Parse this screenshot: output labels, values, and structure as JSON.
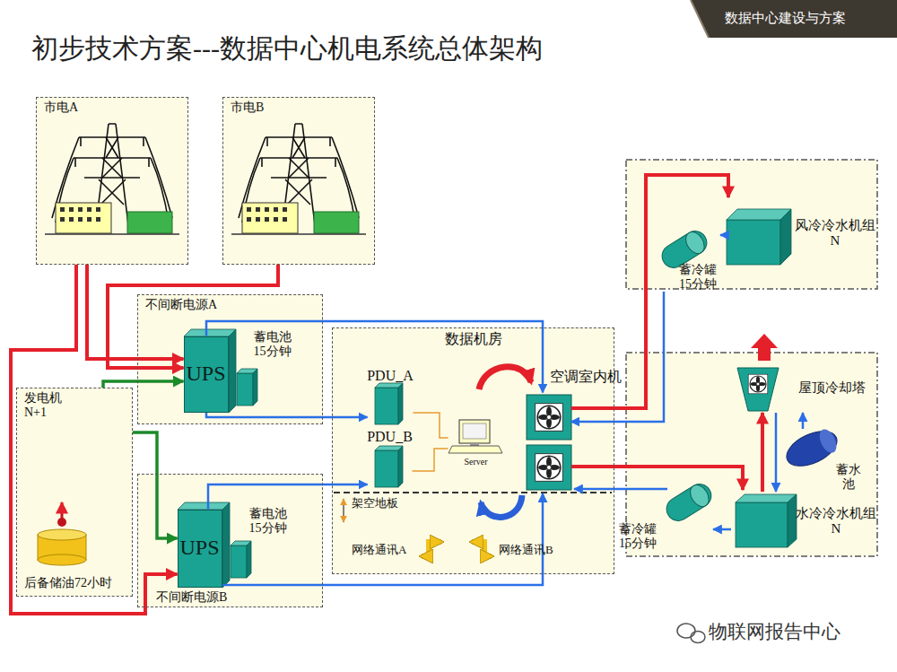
{
  "diagram": {
    "title": "初步技术方案---数据中心机电系统总体架构",
    "nodes": [
      {
        "text": [
          "市电A"
        ]
      },
      {
        "text": [
          "市电B"
        ]
      },
      {
        "text": [
          "不间断电源A"
        ]
      },
      {
        "text": [
          "UPS"
        ],
        "in": 2
      },
      {
        "text": [
          "蓄电池 15分钟"
        ],
        "in": 2
      },
      {
        "text": [
          "发电机 N+1",
          "后备储油72小时"
        ]
      },
      {
        "text": [
          "不间断电源B"
        ]
      },
      {
        "text": [
          "UPS"
        ],
        "in": 6
      },
      {
        "text": [
          "蓄电池 15分钟"
        ],
        "in": 6
      },
      {
        "text": [
          "数据机房"
        ]
      },
      {
        "text": [
          "PDU_A"
        ],
        "in": 9
      },
      {
        "text": [
          "PDU_B"
        ],
        "in": 9
      },
      {
        "text": [
          "Server"
        ],
        "in": 9
      },
      {
        "text": [
          "空调室内机"
        ],
        "in": 9
      },
      {
        "text": [
          "风冷冷水机组 N"
        ]
      },
      {
        "text": [
          "蓄冷罐 15分钟"
        ]
      },
      {
        "text": [
          "屋顶冷却塔"
        ]
      },
      {
        "text": [
          "蓄水 池"
        ]
      },
      {
        "text": [
          "水冷冷水机组 N"
        ]
      },
      {
        "text": [
          "蓄冷罐 15分钟"
        ]
      }
    ],
    "edges": [
      {
        "from": 0,
        "to": 3,
        "arrow": "to"
      },
      {
        "from": 1,
        "to": 3,
        "arrow": "to"
      },
      {
        "from": 5,
        "to": 3,
        "arrow": "to"
      },
      {
        "from": 5,
        "to": 7,
        "arrow": "to"
      },
      {
        "from": 0,
        "to": 7,
        "arrow": "to"
      },
      {
        "from": 3,
        "to": 10,
        "arrow": "to"
      },
      {
        "from": 7,
        "to": 11,
        "arrow": "to"
      },
      {
        "from": 3,
        "to": 13,
        "arrow": "to"
      },
      {
        "from": 10,
        "to": 12,
        "arrow": "none"
      },
      {
        "from": 11,
        "to": 12,
        "arrow": "none"
      },
      {
        "from": 13,
        "to": 14,
        "arrow": "to"
      },
      {
        "from": 15,
        "to": 13,
        "arrow": "to"
      },
      {
        "from": 14,
        "to": 15,
        "arrow": "to"
      },
      {
        "from": 18,
        "to": 19,
        "arrow": "to"
      },
      {
        "from": 18,
        "to": 16,
        "arrow": "to"
      },
      {
        "from": 16,
        "to": 18,
        "arrow": "to"
      },
      {
        "from": 17,
        "to": 16,
        "arrow": "to"
      }
    ],
    "labels": [
      "数据中心建设与方案",
      "架空地板",
      "网络通讯A",
      "网络通讯B",
      "物联网报告中心"
    ]
  }
}
